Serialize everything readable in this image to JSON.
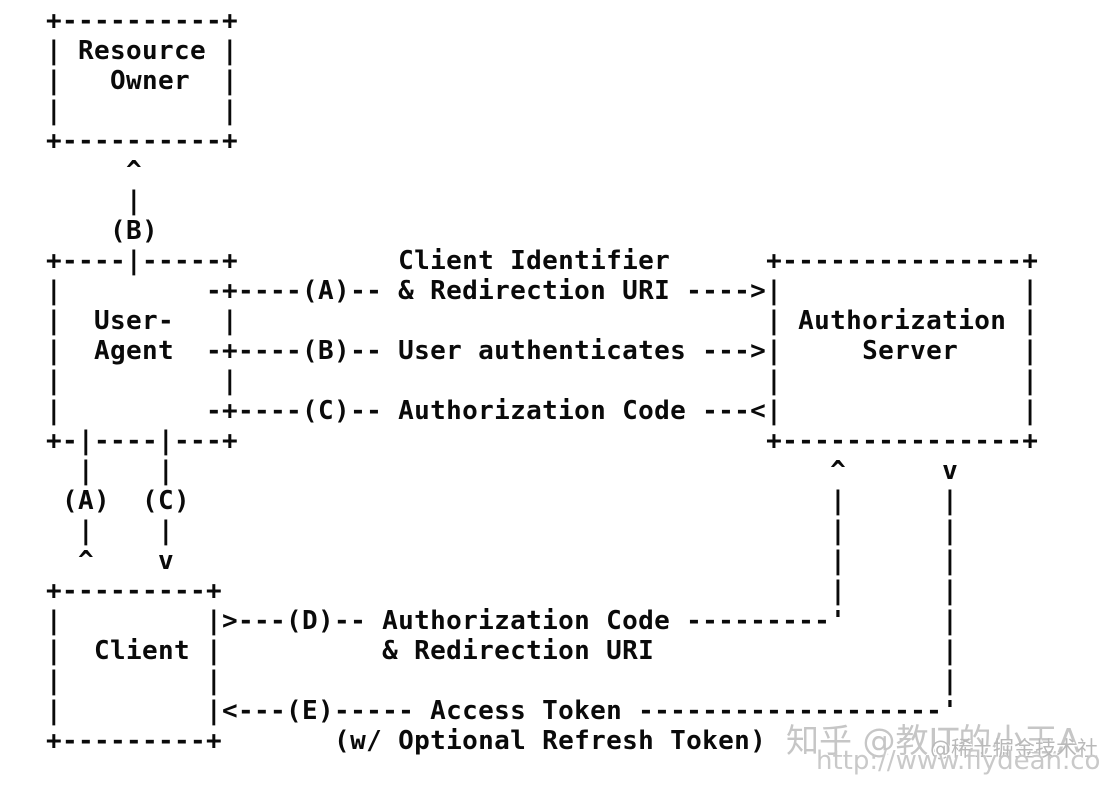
{
  "diagram": {
    "ascii": "+----------+\n| Resource |\n|   Owner  |\n|          |\n+----------+\n     ^\n     |\n    (B)\n+----|-----+          Client Identifier      +---------------+\n|         -+----(A)-- & Redirection URI ---->|               |\n|  User-   |                                 | Authorization |\n|  Agent  -+----(B)-- User authenticates --->|     Server    |\n|          |                                 |               |\n|         -+----(C)-- Authorization Code ---<|               |\n+-|----|---+                                 +---------------+\n  |    |                                         ^      v\n (A)  (C)                                        |      |\n  |    |                                         |      |\n  ^    v                                         |      |\n+---------+                                      |      |\n|         |>---(D)-- Authorization Code ---------'      |\n|  Client |          & Redirection URI                  |\n|         |                                             |\n|         |<---(E)----- Access Token -------------------'\n+---------+       (w/ Optional Refresh Token)",
    "nodes": [
      "Resource Owner",
      "User-Agent",
      "Client",
      "Authorization Server"
    ],
    "steps": [
      {
        "id": "(A)",
        "label": "Client Identifier & Redirection URI",
        "from": "User-Agent",
        "to": "Authorization Server"
      },
      {
        "id": "(B)",
        "label": "User authenticates",
        "from": "Resource Owner / User-Agent",
        "to": "Authorization Server"
      },
      {
        "id": "(C)",
        "label": "Authorization Code",
        "from": "Authorization Server",
        "to": "User-Agent"
      },
      {
        "id": "(D)",
        "label": "Authorization Code & Redirection URI",
        "from": "Client",
        "to": "Authorization Server"
      },
      {
        "id": "(E)",
        "label": "Access Token (w/ Optional Refresh Token)",
        "from": "Authorization Server",
        "to": "Client"
      }
    ],
    "text_color": "#0a0a0a",
    "background_color": "#ffffff"
  },
  "watermarks": {
    "zhihu": "知乎 @教IT的小王A",
    "juejin": "@稀土掘金技术社区",
    "url": "http://www.flydean.com",
    "color": "#c6c6c6"
  }
}
